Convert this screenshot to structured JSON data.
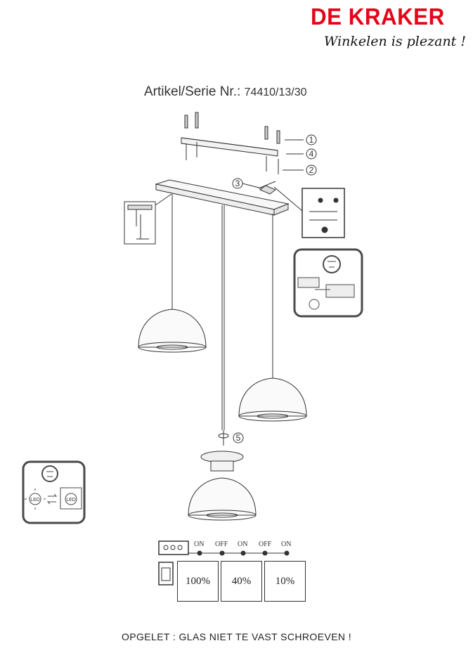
{
  "brand": {
    "name": "DE KRAKER",
    "slogan": "Winkelen is plezant !",
    "color": "#e3061a"
  },
  "article": {
    "label": "Artikel/Serie Nr.:",
    "number": "74410/13/30"
  },
  "callouts": [
    "1",
    "4",
    "2",
    "3",
    "5"
  ],
  "led_labels": [
    "LED",
    "LED"
  ],
  "switch_sequence": [
    "ON",
    "OFF",
    "ON",
    "OFF",
    "ON"
  ],
  "dimming_levels": [
    "100%",
    "40%",
    "10%"
  ],
  "warning": "OPGELET : GLAS NIET TE VAST SCHROEVEN !"
}
